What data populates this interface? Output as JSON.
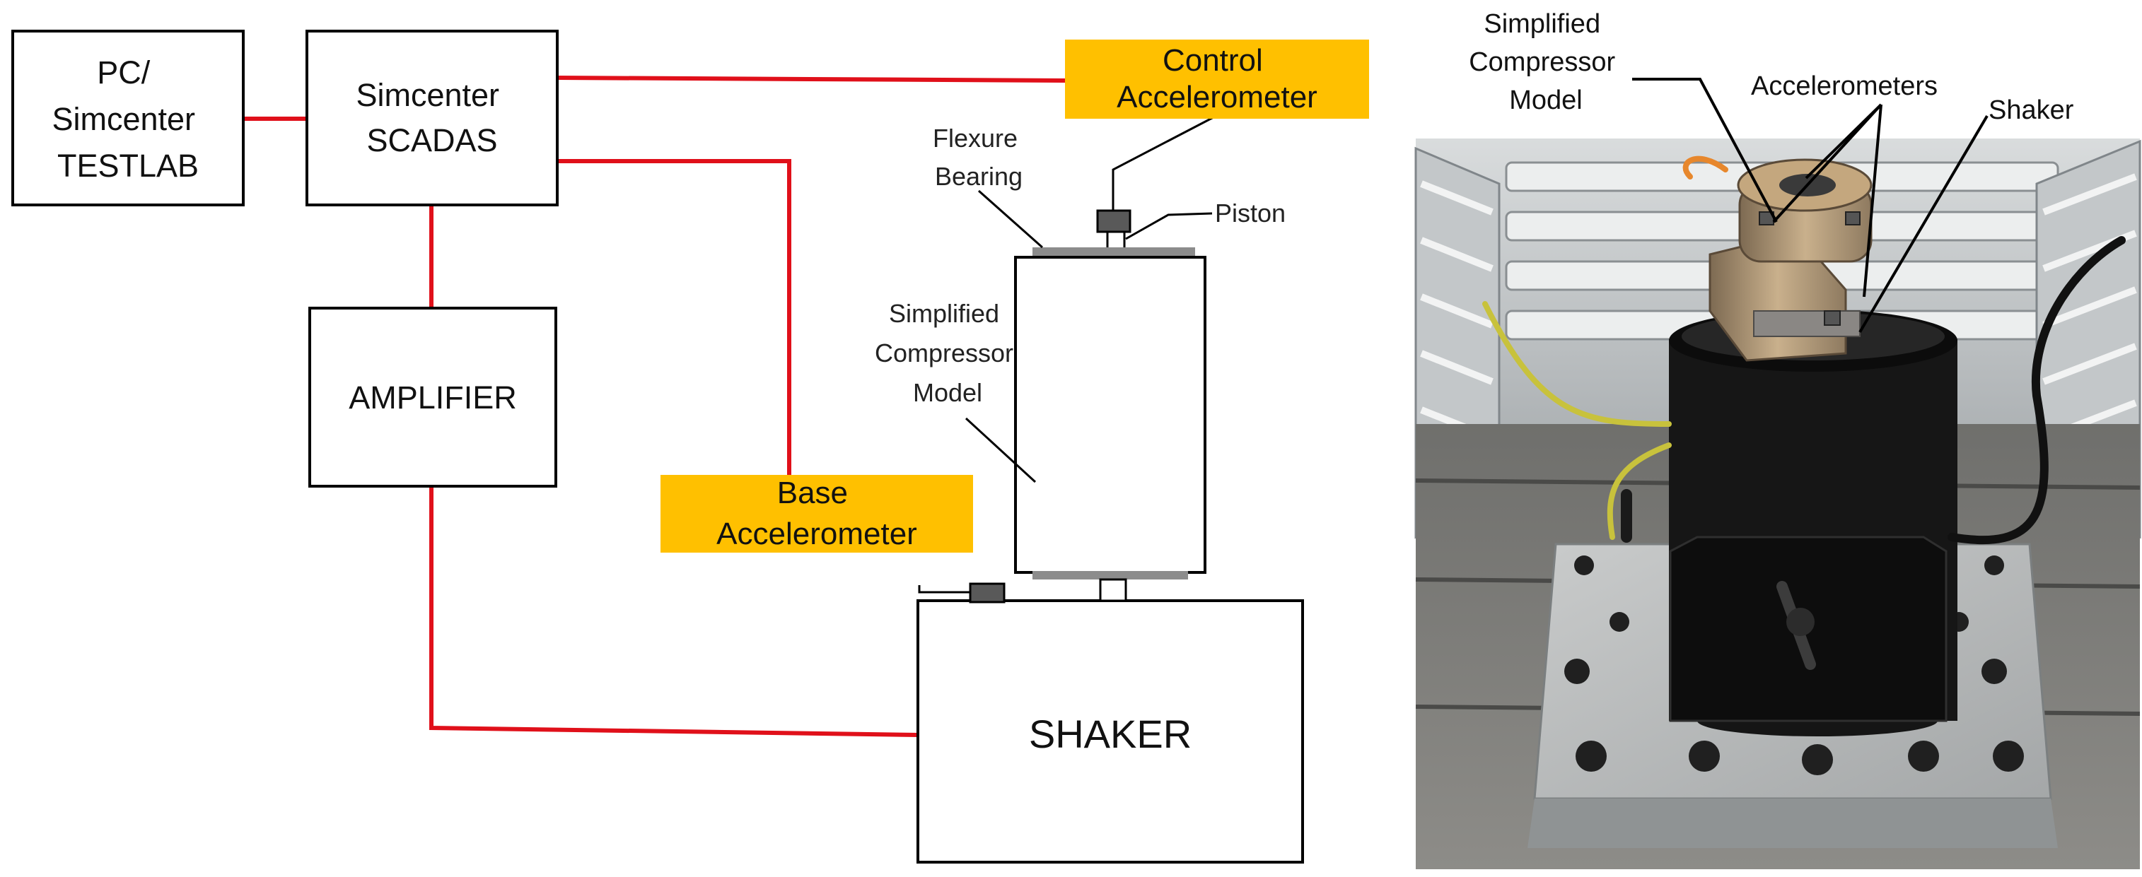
{
  "diagram": {
    "blocks": {
      "pc": [
        "PC/",
        "Simcenter",
        "TESTLAB"
      ],
      "scadas": [
        "Simcenter",
        "SCADAS"
      ],
      "amplifier": [
        "AMPLIFIER"
      ],
      "shaker": [
        "SHAKER"
      ]
    },
    "tags": {
      "control": [
        "Control",
        "Accelerometer"
      ],
      "base": [
        "Base",
        "Accelerometer"
      ]
    },
    "labels": {
      "flexure": [
        "Flexure",
        "Bearing"
      ],
      "piston": [
        "Piston"
      ],
      "model": [
        "Simplified",
        "Compressor",
        "Model"
      ]
    }
  },
  "photo": {
    "labels": {
      "model": [
        "Simplified",
        "Compressor",
        "Model"
      ],
      "accelerometers": [
        "Accelerometers"
      ],
      "shaker": [
        "Shaker"
      ]
    }
  },
  "colors": {
    "wire": "#e0101a",
    "tag_fill": "#ffc000",
    "box_stroke": "#000000",
    "bearing": "#8c8c8c",
    "sensor": "#595959"
  }
}
